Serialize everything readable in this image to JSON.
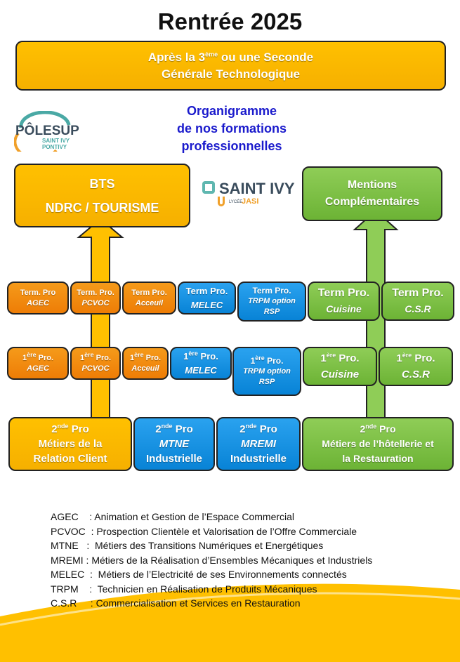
{
  "title": "Rentrée 2025",
  "header": {
    "line1_pre": "Après la 3",
    "line1_sup": "ème",
    "line1_post": " ou une Seconde",
    "line2": "Générale Technologique"
  },
  "organigram": {
    "line1": "Organigramme",
    "line2": "de nos formations",
    "line3": "professionnelles"
  },
  "logo_polesup": {
    "main": "PÔLESUP",
    "sub1": "SAINT IVY",
    "sub2": "PONTIVY"
  },
  "logo_saintivy": {
    "main": "SAINT IVY",
    "sub_small": "LYCÉE",
    "sub": "JASI"
  },
  "bts": {
    "line1": "BTS",
    "line2": "NDRC /  TOURISME"
  },
  "mentions": {
    "line1": "Mentions",
    "line2": "Complémentaires"
  },
  "term": [
    {
      "a": "Term. Pro",
      "b": "AGEC"
    },
    {
      "a": "Term. Pro.",
      "b": "PCVOC"
    },
    {
      "a": "Term Pro.",
      "b": "Acceuil"
    },
    {
      "a": "Term Pro.",
      "b": "MELEC"
    },
    {
      "a": "Term Pro.",
      "b": "TRPM option",
      "c": "RSP"
    },
    {
      "a": "Term Pro.",
      "b": "Cuisine"
    },
    {
      "a": "Term Pro.",
      "b": "C.S.R"
    }
  ],
  "premiere": {
    "prefix": "1",
    "sup": "ère",
    "suffix": " Pro.",
    "items": [
      {
        "b": "AGEC"
      },
      {
        "b": "PCVOC"
      },
      {
        "b": "Acceuil"
      },
      {
        "b": "MELEC"
      },
      {
        "b": "TRPM option",
        "c": "RSP"
      },
      {
        "b": "Cuisine"
      },
      {
        "b": "C.S.R"
      }
    ]
  },
  "seconde": {
    "prefix": "2",
    "sup": "nde",
    "suffix": " Pro",
    "items": [
      {
        "b": "Métiers de la",
        "c": "Relation Client"
      },
      {
        "b": "MTNE",
        "c": "Industrielle"
      },
      {
        "b": "MREMI",
        "c": "Industrielle"
      },
      {
        "b": "Métiers de l’hôtellerie et",
        "c": "la Restauration"
      }
    ]
  },
  "legend": [
    "AGEC    : Animation et Gestion de l’Espace Commercial",
    "PCVOC  : Prospection Clientèle et Valorisation de l’Offre Commerciale",
    "MTNE   :  Métiers des Transitions Numériques et Energétiques",
    "MREMI : Métiers de la Réalisation d’Ensembles Mécaniques et Industriels",
    "MELEC  :  Métiers de l’Electricité de ses Environnements connectés",
    "TRPM    :  Technicien en Réalisation de Produits Mécaniques",
    "C.S.R     : Commercialisation et Services en Restauration"
  ],
  "colors": {
    "orange": "#ffc000",
    "orange_dark": "#ee7d06",
    "blue": "#0883d6",
    "green": "#6cb335",
    "org_text": "#1a1acc"
  }
}
